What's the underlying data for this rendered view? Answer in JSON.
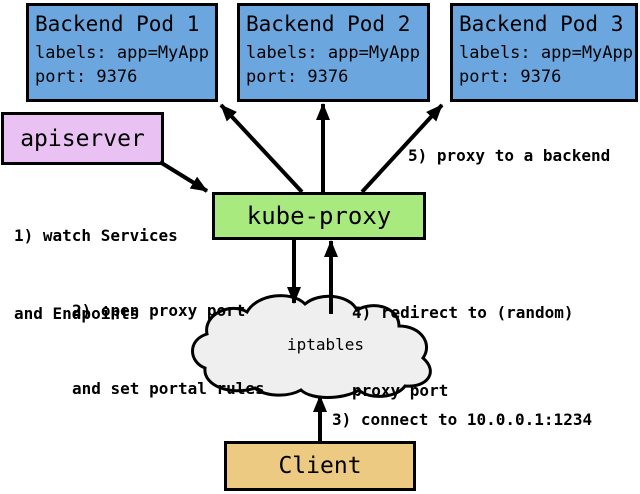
{
  "pods": [
    {
      "title": "Backend Pod 1",
      "labels": "labels: app=MyApp",
      "port": "port: 9376"
    },
    {
      "title": "Backend Pod 2",
      "labels": "labels: app=MyApp",
      "port": "port: 9376"
    },
    {
      "title": "Backend Pod 3",
      "labels": "labels: app=MyApp",
      "port": "port: 9376"
    }
  ],
  "nodes": {
    "apiserver": "apiserver",
    "kube_proxy": "kube-proxy",
    "iptables": "iptables",
    "client": "Client"
  },
  "annotations": {
    "step1_line1": "1) watch Services",
    "step1_line2": "and Endpoints",
    "step2_line1": "2) open proxy port",
    "step2_line2": "and set portal rules",
    "step3": "3) connect to 10.0.0.1:1234",
    "step4_line1": "4) redirect to (random)",
    "step4_line2": "proxy port",
    "step5": "5) proxy to a backend"
  },
  "edges": [
    {
      "from": "apiserver",
      "to": "kube-proxy",
      "step": "1"
    },
    {
      "from": "kube-proxy",
      "to": "backend-pod-1"
    },
    {
      "from": "kube-proxy",
      "to": "backend-pod-2"
    },
    {
      "from": "kube-proxy",
      "to": "backend-pod-3",
      "step": "5"
    },
    {
      "from": "kube-proxy",
      "to": "iptables",
      "step": "2"
    },
    {
      "from": "iptables",
      "to": "kube-proxy",
      "step": "4"
    },
    {
      "from": "client",
      "to": "iptables",
      "step": "3"
    }
  ],
  "colors": {
    "pod_fill": "#6CA6DF",
    "apiserver_fill": "#E9C1F2",
    "kube_proxy_fill": "#A9EA7F",
    "client_fill": "#EDCA82",
    "cloud_fill": "#EFEFEF",
    "stroke": "#000000"
  }
}
